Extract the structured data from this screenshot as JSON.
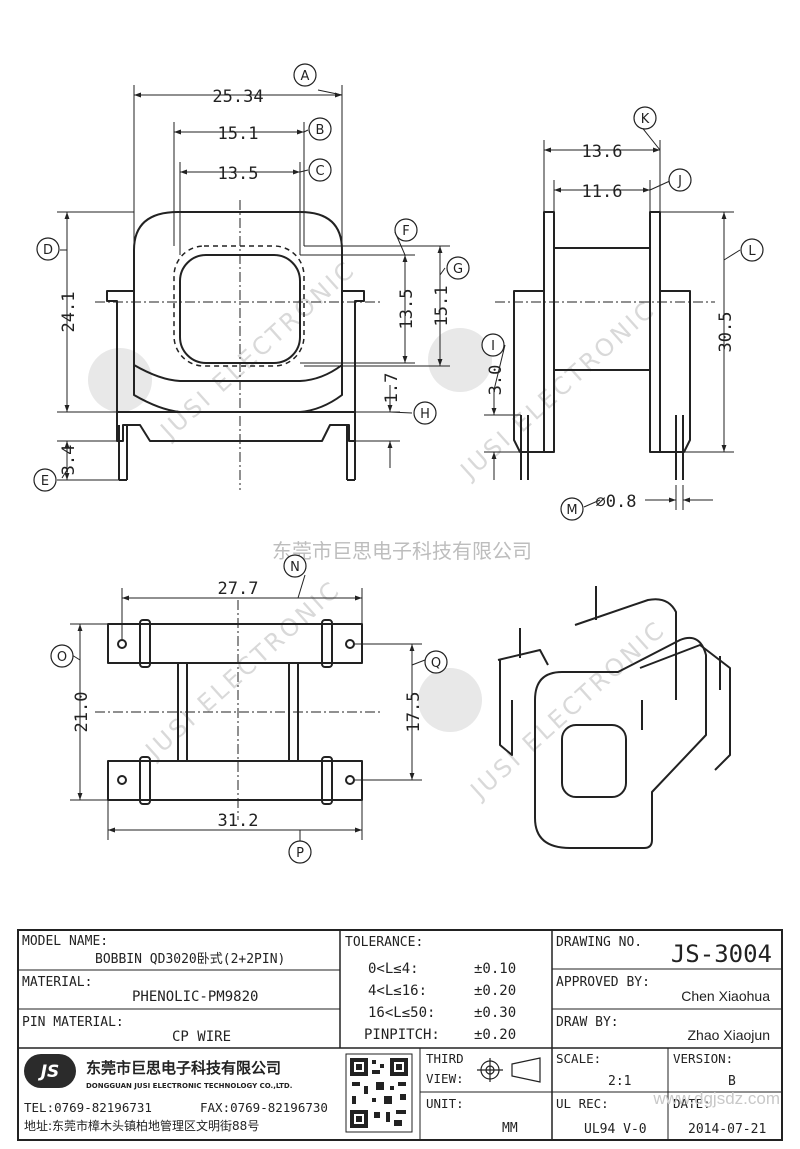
{
  "dimensions": {
    "A": {
      "label": "A",
      "value": "25.34"
    },
    "B": {
      "label": "B",
      "value": "15.1"
    },
    "C": {
      "label": "C",
      "value": "13.5"
    },
    "D": {
      "label": "D",
      "value": "24.1"
    },
    "E": {
      "label": "E",
      "value": "3.4"
    },
    "F": {
      "label": "F",
      "value": "13.5"
    },
    "G": {
      "label": "G",
      "value": "15.1"
    },
    "H": {
      "label": "H",
      "value": "1.7"
    },
    "I": {
      "label": "I",
      "value": "3.0"
    },
    "J": {
      "label": "J",
      "value": "11.6"
    },
    "K": {
      "label": "K",
      "value": "13.6"
    },
    "L": {
      "label": "L",
      "value": "30.5"
    },
    "M": {
      "label": "M",
      "value": "⌀0.8"
    },
    "N": {
      "label": "N",
      "value": "27.7"
    },
    "O": {
      "label": "O",
      "value": "21.0"
    },
    "P": {
      "label": "P",
      "value": "31.2"
    },
    "Q": {
      "label": "Q",
      "value": "17.5"
    }
  },
  "watermark": {
    "company_cn": "东莞市巨思电子科技有限公司",
    "brand_en": "JUSI ELECTRONIC",
    "logo_text": "JS"
  },
  "title_block": {
    "model_name_label": "MODEL NAME:",
    "model_name": "BOBBIN QD3020卧式(2+2PIN)",
    "material_label": "MATERIAL:",
    "material": "PHENOLIC-PM9820",
    "pin_material_label": "PIN MATERIAL:",
    "pin_material": "CP WIRE",
    "tolerance_label": "TOLERANCE:",
    "tolerances": [
      {
        "range": "0<L≤4:",
        "value": "±0.10"
      },
      {
        "range": "4<L≤16:",
        "value": "±0.20"
      },
      {
        "range": "16<L≤50:",
        "value": "±0.30"
      },
      {
        "range": "PINPITCH:",
        "value": "±0.20"
      }
    ],
    "drawing_no_label": "DRAWING NO.",
    "drawing_no": "JS-3004",
    "approved_by_label": "APPROVED BY:",
    "approved_by": "Chen Xiaohua",
    "draw_by_label": "DRAW BY:",
    "draw_by": "Zhao Xiaojun",
    "company_cn": "东莞市巨思电子科技有限公司",
    "company_en": "DONGGUAN JUSI ELECTRONIC TECHNOLOGY CO.,LTD.",
    "tel": "TEL:0769-82196731",
    "fax": "FAX:0769-82196730",
    "address": "地址:东莞市樟木头镇柏地管理区文明街88号",
    "third_view_label_1": "THIRD",
    "third_view_label_2": "VIEW:",
    "unit_label": "UNIT:",
    "unit": "MM",
    "scale_label": "SCALE:",
    "scale": "2:1",
    "version_label": "VERSION:",
    "version": "B",
    "ul_rec_label": "UL REC:",
    "ul_rec": "UL94 V-0",
    "date_label": "DATE:",
    "date": "2014-07-21",
    "website": "www.dgjsdz.com",
    "logo_text": "JS"
  }
}
